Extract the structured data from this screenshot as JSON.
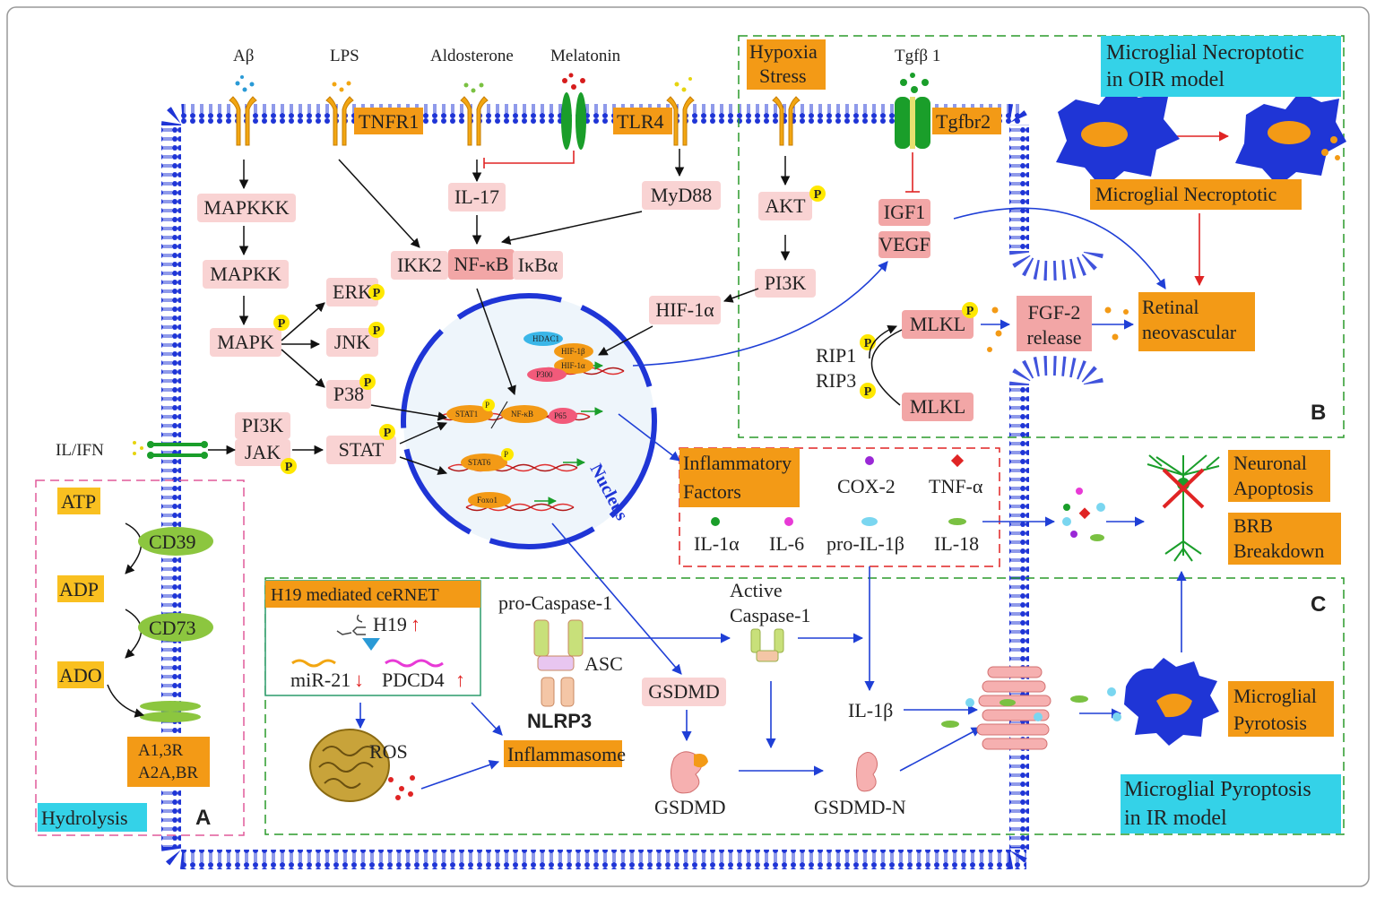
{
  "ligands": {
    "abeta": "Aβ",
    "lps": "LPS",
    "aldosterone": "Aldosterone",
    "melatonin": "Melatonin",
    "tgfb1": "Tgfβ 1",
    "il_ifn": "IL/IFN"
  },
  "receptors": {
    "tnfr1": "TNFR1",
    "tlr4": "TLR4",
    "tgfbr2": "Tgfbr2",
    "a_receptors_line1": "A1,3R",
    "a_receptors_line2": "A2A,BR"
  },
  "hypoxia": {
    "line1": "Hypoxia",
    "line2": "Stress"
  },
  "signaling": {
    "mapkkk": "MAPKKK",
    "mapkk": "MAPKK",
    "mapk": "MAPK",
    "erk": "ERK",
    "jnk": "JNK",
    "p38": "P38",
    "il17": "IL-17",
    "myd88": "MyD88",
    "ikk2": "IKK2",
    "nfkb": "NF-κB",
    "ikba": "IκBα",
    "pi3k_left": "PI3K",
    "jak": "JAK",
    "stat": "STAT",
    "akt": "AKT",
    "pi3k_right": "PI3K",
    "hif1a": "HIF-1α",
    "igf1": "IGF1",
    "vegf": "VEGF",
    "phospho": "P"
  },
  "nucleus": {
    "label": "Nucleus",
    "hdac1": "HDAC1",
    "hif1b": "HIF-1β",
    "hif1a_small": "HIF-1α",
    "p300": "P300",
    "stat1": "STAT1",
    "nfkb_small": "NF-κB",
    "p65": "P65",
    "stat6": "STAT6",
    "foxo1": "Foxo1"
  },
  "hydrolysis": {
    "atp": "ATP",
    "cd39": "CD39",
    "adp": "ADP",
    "cd73": "CD73",
    "ado": "ADO",
    "label": "Hydrolysis",
    "panel": "A"
  },
  "panel_b": {
    "title_line1": "Microglial Necroptotic",
    "title_line2": "in OIR model",
    "cell_label": "Microglial Necroptotic",
    "rip1": "RIP1",
    "rip3": "RIP3",
    "mlkl_top": "MLKL",
    "mlkl_bottom": "MLKL",
    "fgf2_line1": "FGF-2",
    "fgf2_line2": "release",
    "retinal_line1": "Retinal",
    "retinal_line2": "neovascular",
    "panel": "B"
  },
  "inflammatory": {
    "title_line1": "Inflammatory",
    "title_line2": "Factors",
    "cox2": "COX-2",
    "tnfa": "TNF-α",
    "il1a": "IL-1α",
    "il6": "IL-6",
    "pro_il1b": "pro-IL-1β",
    "il18": "IL-18"
  },
  "outcomes": {
    "neuronal_line1": "Neuronal",
    "neuronal_line2": "Apoptosis",
    "brb_line1": "BRB",
    "brb_line2": "Breakdown",
    "pyrotosis_line1": "Microglial",
    "pyrotosis_line2": "Pyrotosis"
  },
  "panel_c": {
    "h19_title": "H19 mediated ceRNET",
    "h19": "H19",
    "mir21": "miR-21",
    "pdcd4": "PDCD4",
    "up_arrow": "↑",
    "down_arrow": "↓",
    "pro_caspase": "pro-Caspase-1",
    "asc": "ASC",
    "nlrp3": "NLRP3",
    "active_line1": "Active",
    "active_line2": "Caspase-1",
    "gsdmd_box": "GSDMD",
    "gsdmd": "GSDMD",
    "gsdmd_n": "GSDMD-N",
    "il1b": "IL-1β",
    "ros": "ROS",
    "inflammasome": "Inflammasome",
    "pyroptosis_line1": "Microglial Pyroptosis",
    "pyroptosis_line2": "in IR model",
    "panel": "C"
  },
  "colors": {
    "membrane": "#1f35d6",
    "orange": "#f39a16",
    "pink": "#f9d3d3",
    "dark_pink": "#f2a6a6",
    "cyan": "#34d2e8",
    "green_dash": "#2a9a2a",
    "red_dash": "#e02424",
    "arrow_blue": "#1f3fd6",
    "phospho": "#ffe800"
  }
}
